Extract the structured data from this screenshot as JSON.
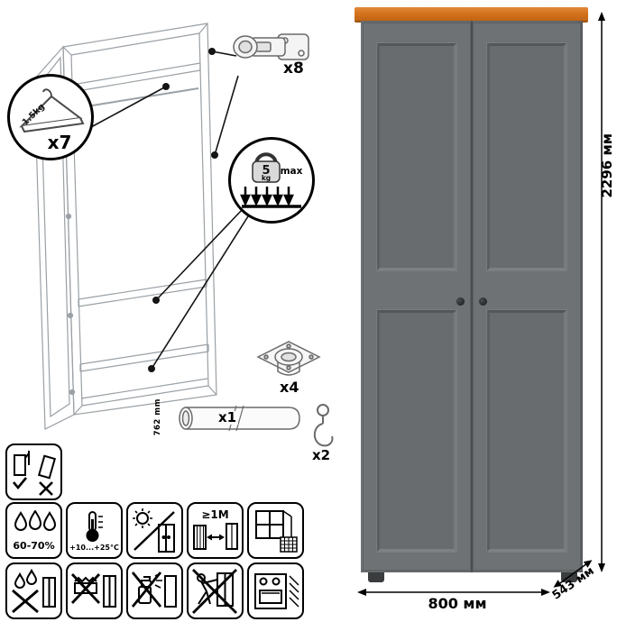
{
  "product": {
    "description": "two-door wardrobe assembly infographic"
  },
  "callouts": {
    "hanger": {
      "count": "x7",
      "load": "1.5kg"
    },
    "shelf_load": {
      "value": "5",
      "unit": "kg",
      "max_label": "max"
    },
    "hinges_count": "x8",
    "feet_count": "x4",
    "rod_count": "x1",
    "rod_length": "762 mm",
    "hooks_count": "x2"
  },
  "dimensions": {
    "height": "2296 мм",
    "width": "800 мм",
    "depth": "543 мм"
  },
  "care": {
    "humidity": "60-70%",
    "temperature": "+10...+25°C",
    "min_distance": "≥1M"
  },
  "icons": [
    "anti-tip-anchor-icon",
    "humidity-icon",
    "temperature-icon",
    "no-direct-sunlight-icon",
    "heat-distance-icon",
    "ventilation-icon",
    "no-water-icon",
    "no-abrasives-icon",
    "no-solvents-icon",
    "no-dragging-icon",
    "heat-appliance-icon"
  ],
  "colors": {
    "wardrobe_body": "#6b6f72",
    "wardrobe_panel": "#686c6f",
    "top_trim_orange": "#d4731e",
    "knob": "#2b2e30",
    "outline_black": "#000000"
  }
}
